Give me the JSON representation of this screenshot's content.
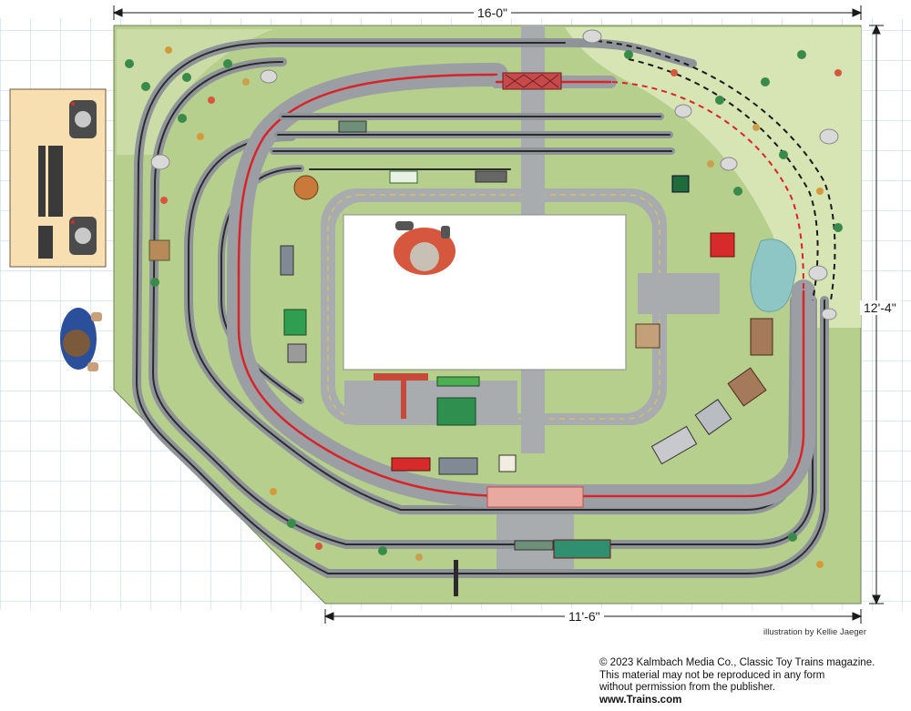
{
  "dimensions": {
    "width": "16-0\"",
    "depth": "12'-4\"",
    "lower_edge": "11'-6\""
  },
  "credit": "illustration by Kellie Jaeger",
  "copyright": {
    "line1": "© 2023 Kalmbach Media Co., Classic Toy Trains magazine.",
    "line2": "This material may not be reproduced in any form",
    "line3": "without permission from the publisher.",
    "url": "www.Trains.com"
  },
  "colors": {
    "grid": "#b9d6ec",
    "baseboard": "#b7cf8d",
    "mountain": "#d7e4b4",
    "roadway": "#a9acaf",
    "track_ballast": "#8f9498",
    "track_rail": "#2b2b2e",
    "mainline_rail": "#d8232a",
    "bridge": "#c64a4a",
    "water": "#8ec6c6",
    "control_panel": "#f8dfb2"
  },
  "icons": {
    "operators": "person-icon",
    "control_panel": "transformer-icon",
    "foliage": "tree-icon",
    "rocks": "boulder-icon"
  }
}
